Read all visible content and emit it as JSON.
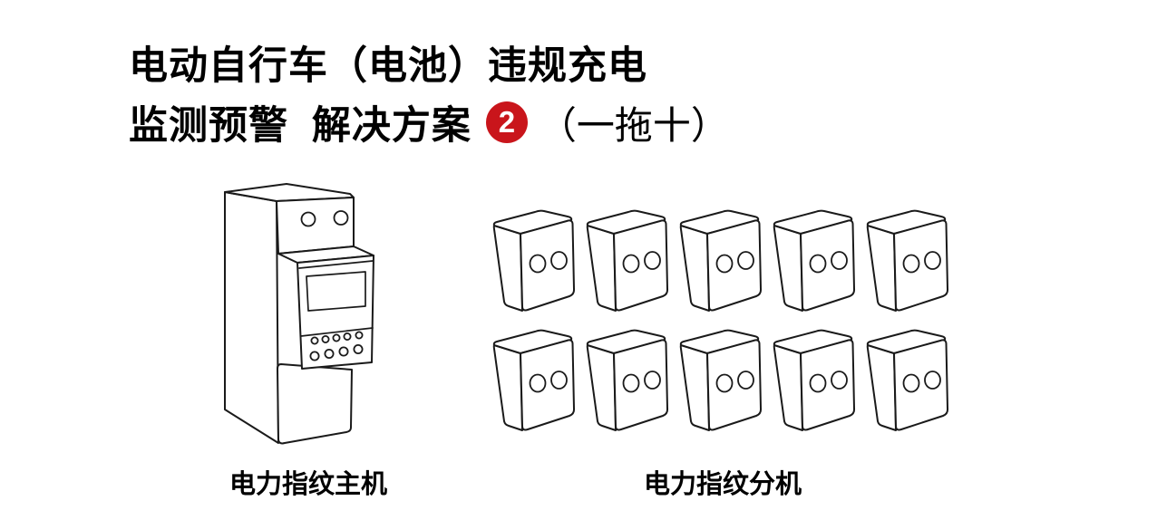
{
  "title": {
    "line1": "电动自行车（电池）违规充电",
    "line2_main": "监测预警  解决方案",
    "badge_number": "2",
    "line2_suffix": "（一拖十）"
  },
  "devices": {
    "host": {
      "label": "电力指纹主机",
      "count": 1,
      "icon": "din-rail-meter-icon"
    },
    "extensions": {
      "label": "电力指纹分机",
      "count": 10,
      "rows": 2,
      "columns": 5,
      "icon": "two-indicator-box-icon"
    }
  },
  "colors": {
    "background": "#ffffff",
    "line_art": "#1a1a1a",
    "badge_red": "#c9151b",
    "badge_text": "#ffffff",
    "title_text": "#000000"
  }
}
